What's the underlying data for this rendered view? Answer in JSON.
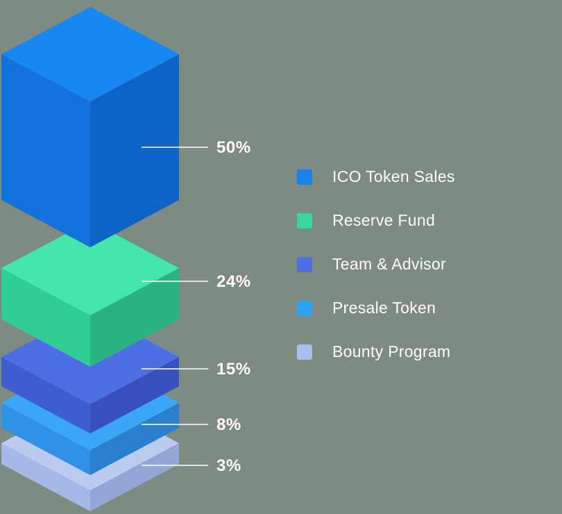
{
  "background_color": "#7E8B80",
  "text_color": "#FFFFFF",
  "chart_data": {
    "type": "bar",
    "subtype": "isometric-stacked-token-allocation",
    "title": "",
    "unit": "%",
    "legend_position": "right",
    "categories": [
      "ICO Token Sales",
      "Reserve Fund",
      "Team & Advisor",
      "Presale Token",
      "Bounty Program"
    ],
    "values": [
      50,
      24,
      15,
      8,
      3
    ],
    "segments": [
      {
        "label": "ICO Token Sales",
        "value": 50,
        "percent_label": "50%",
        "colors": {
          "top": "#1787F2",
          "left": "#1272DE",
          "right": "#0E63C6",
          "legend": "#1583EA"
        }
      },
      {
        "label": "Reserve Fund",
        "value": 24,
        "percent_label": "24%",
        "colors": {
          "top": "#45E6AB",
          "left": "#2FCE92",
          "right": "#29B381",
          "legend": "#38D9A0"
        }
      },
      {
        "label": "Team & Advisor",
        "value": 15,
        "percent_label": "15%",
        "colors": {
          "top": "#4D6FE3",
          "left": "#3F5CD0",
          "right": "#3850BE",
          "legend": "#4E6FE0"
        }
      },
      {
        "label": "Presale Token",
        "value": 8,
        "percent_label": "8%",
        "colors": {
          "top": "#3BA6F5",
          "left": "#2E92E6",
          "right": "#2880CF",
          "legend": "#2EA3F4"
        }
      },
      {
        "label": "Bounty Program",
        "value": 3,
        "percent_label": "3%",
        "colors": {
          "top": "#BBCBF0",
          "left": "#A5B8E6",
          "right": "#94A6D6",
          "legend": "#A9BEEA"
        }
      }
    ]
  }
}
